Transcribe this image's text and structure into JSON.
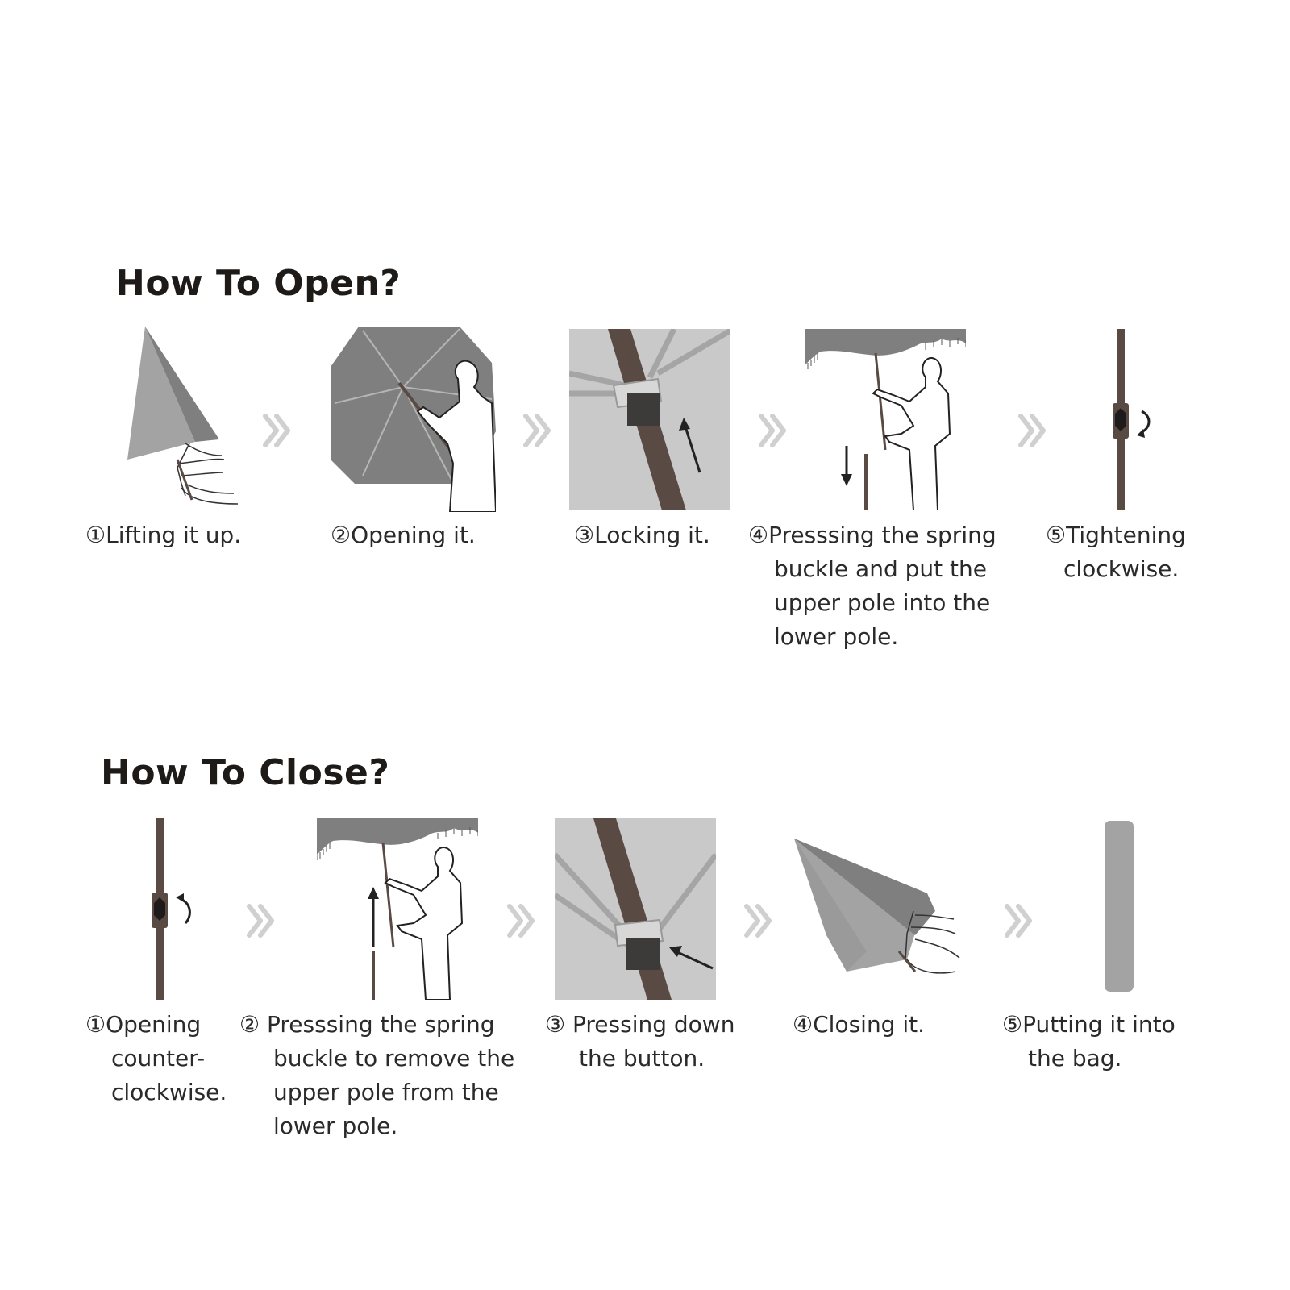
{
  "colors": {
    "pole": "#5a4a44",
    "canopy_dark": "#7f7f7f",
    "canopy_mid": "#a3a3a3",
    "canopy_light": "#c9c9c9",
    "chevron": "#d0d0d0",
    "text": "#2a2a2a"
  },
  "open": {
    "heading": "How To Open?",
    "steps": [
      {
        "number": "①",
        "lines": [
          "Lifting it up."
        ]
      },
      {
        "number": "②",
        "lines": [
          "Opening it."
        ]
      },
      {
        "number": "③",
        "lines": [
          "Locking it."
        ]
      },
      {
        "number": "④",
        "lines": [
          "Presssing the spring",
          "buckle and put the",
          "upper pole into the",
          "lower pole."
        ]
      },
      {
        "number": "⑤",
        "lines": [
          "Tightening",
          "clockwise."
        ]
      }
    ]
  },
  "close": {
    "heading": "How To Close?",
    "steps": [
      {
        "number": "①",
        "lines": [
          "Opening",
          "counter-",
          "clockwise."
        ]
      },
      {
        "number": "②",
        "lines": [
          "Presssing the spring",
          "buckle to remove the",
          "upper pole from the",
          "lower pole."
        ]
      },
      {
        "number": "③",
        "lines": [
          "Pressing down",
          "the button."
        ]
      },
      {
        "number": "④",
        "lines": [
          "Closing it."
        ]
      },
      {
        "number": "⑤",
        "lines": [
          "Putting it into",
          "the bag."
        ]
      }
    ]
  }
}
